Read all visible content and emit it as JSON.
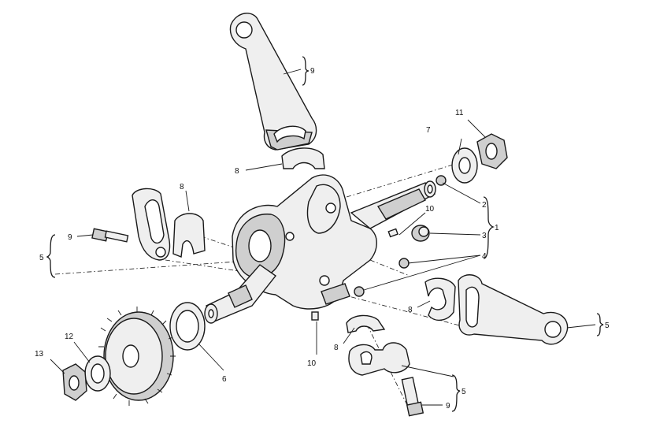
{
  "diagram": {
    "callouts": {
      "c1": "1",
      "c2": "2",
      "c3": "3",
      "c4": "4",
      "c5_left": "5",
      "c5_right": "5",
      "c5_bottom": "5",
      "c6": "6",
      "c7": "7",
      "c8_top": "8",
      "c8_left": "8",
      "c8_right": "8",
      "c8_bottom": "8",
      "c9_top": "9",
      "c9_left": "9",
      "c9_bottom": "9",
      "c10_top": "10",
      "c10_bottom": "10",
      "c11": "11",
      "c12": "12",
      "c13": "13"
    }
  }
}
